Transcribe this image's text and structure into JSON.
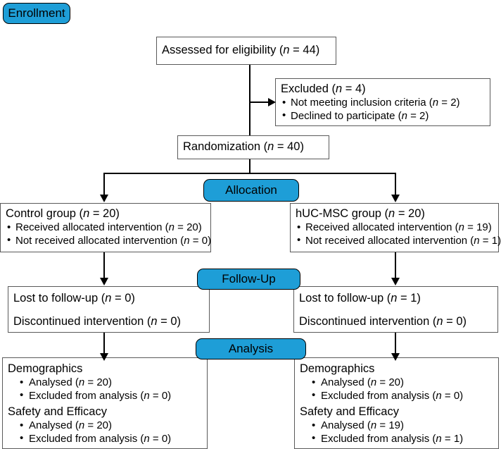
{
  "diagram": {
    "type": "CONSORT participant flow diagram",
    "accent_color": "#1e9ed7",
    "line_color": "#000000",
    "box_border_color": "#5a5a5a",
    "background_color": "#ffffff"
  },
  "stages": {
    "enrollment": "Enrollment",
    "allocation": "Allocation",
    "followup": "Follow-Up",
    "analysis": "Analysis"
  },
  "enrollment": {
    "assessed": {
      "text": "Assessed for eligibility (",
      "n_label": "n",
      "n_value": " = 44)"
    },
    "excluded": {
      "title_text": "Excluded (",
      "title_n": "n",
      "title_value": " = 4)",
      "reasons": [
        {
          "text": "Not meeting inclusion criteria (",
          "n": "n",
          "value": " = 2)"
        },
        {
          "text": "Declined to participate (",
          "n": "n",
          "value": " = 2)"
        }
      ]
    },
    "randomization": {
      "text": "Randomization (",
      "n_label": "n",
      "n_value": " = 40)"
    }
  },
  "allocation": {
    "control": {
      "title_text": "Control group (",
      "title_n": "n",
      "title_value": " = 20)",
      "items": [
        {
          "text": "Received allocated intervention (",
          "n": "n",
          "value": " = 20)"
        },
        {
          "text": "Not received allocated intervention (",
          "n": "n",
          "value": " = 0)"
        }
      ]
    },
    "treatment": {
      "title_text": "hUC-MSC group (",
      "title_n": "n",
      "title_value": " = 20)",
      "items": [
        {
          "text": "Received allocated intervention (",
          "n": "n",
          "value": " = 19)"
        },
        {
          "text": "Not received allocated intervention (",
          "n": "n",
          "value": " = 1)"
        }
      ]
    }
  },
  "followup": {
    "control": {
      "lost_text": "Lost to follow-up (",
      "lost_n": "n",
      "lost_value": " = 0)",
      "disc_text": "Discontinued intervention (",
      "disc_n": "n",
      "disc_value": " = 0)"
    },
    "treatment": {
      "lost_text": "Lost to follow-up (",
      "lost_n": "n",
      "lost_value": " = 1)",
      "disc_text": "Discontinued intervention (",
      "disc_n": "n",
      "disc_value": " = 0)"
    }
  },
  "analysis": {
    "control": {
      "demographics_heading": "Demographics",
      "demographics_items": [
        {
          "text": "Analysed (",
          "n": "n",
          "value": " = 20)"
        },
        {
          "text": "Excluded from analysis (",
          "n": "n",
          "value": " = 0)"
        }
      ],
      "safety_heading": "Safety and Efficacy",
      "safety_items": [
        {
          "text": "Analysed (",
          "n": "n",
          "value": " = 20)"
        },
        {
          "text": "Excluded from analysis (",
          "n": "n",
          "value": " = 0)"
        }
      ]
    },
    "treatment": {
      "demographics_heading": "Demographics",
      "demographics_items": [
        {
          "text": "Analysed (",
          "n": "n",
          "value": " = 20)"
        },
        {
          "text": "Excluded from analysis (",
          "n": "n",
          "value": " = 0)"
        }
      ],
      "safety_heading": "Safety and Efficacy",
      "safety_items": [
        {
          "text": "Analysed (",
          "n": "n",
          "value": " = 19)"
        },
        {
          "text": "Excluded from analysis (",
          "n": "n",
          "value": " = 1)"
        }
      ]
    }
  }
}
